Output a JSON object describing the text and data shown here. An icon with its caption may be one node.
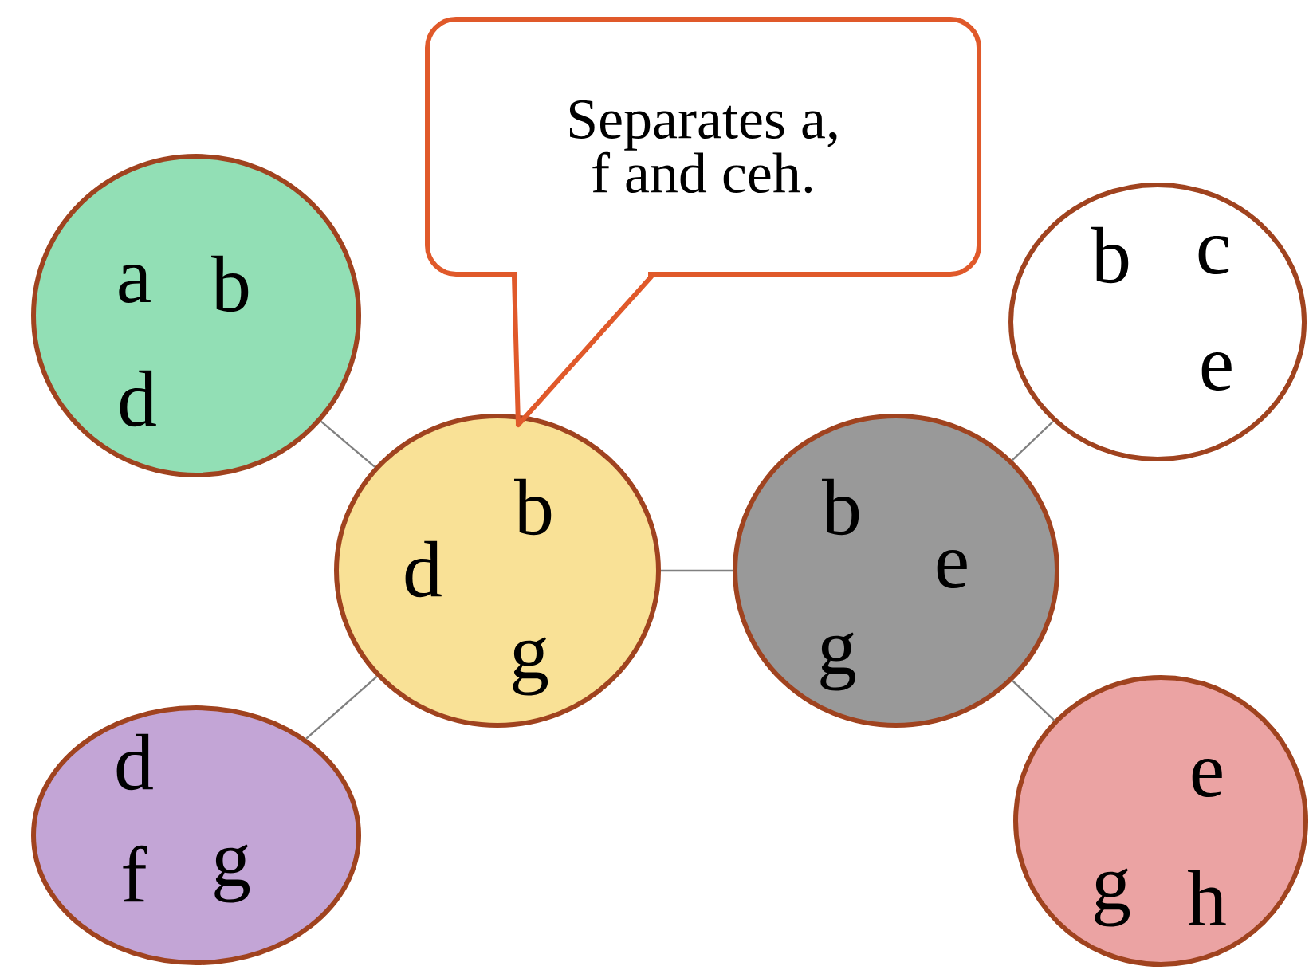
{
  "diagram": {
    "nodes": [
      {
        "text": [
          "Separates a, f and ceh."
        ]
      },
      {
        "text": [
          "a",
          "b",
          "d"
        ]
      },
      {
        "text": [
          "b",
          "c",
          "e"
        ]
      },
      {
        "text": [
          "d",
          "b",
          "g"
        ]
      },
      {
        "text": [
          "b",
          "e",
          "g"
        ]
      },
      {
        "text": [
          "d",
          "f",
          "g"
        ]
      },
      {
        "text": [
          "e",
          "g",
          "h"
        ]
      }
    ],
    "edges": [
      {
        "from": 0,
        "to": 3,
        "arrow": "none",
        "style": "thick",
        "color": "#e0592a"
      },
      {
        "from": 1,
        "to": 3,
        "arrow": "none"
      },
      {
        "from": 3,
        "to": 4,
        "arrow": "none"
      },
      {
        "from": 4,
        "to": 2,
        "arrow": "none"
      },
      {
        "from": 5,
        "to": 3,
        "arrow": "none"
      },
      {
        "from": 4,
        "to": 6,
        "arrow": "none"
      }
    ]
  }
}
